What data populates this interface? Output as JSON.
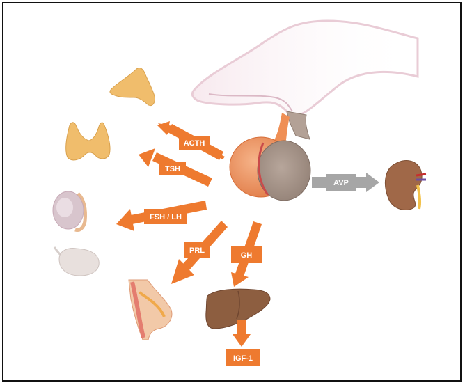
{
  "labels": {
    "acth": "ACTH",
    "tsh": "TSH",
    "fsh_lh": "FSH / LH",
    "prl": "PRL",
    "gh": "GH",
    "igf1": "IGF-1",
    "avp": "AVP"
  },
  "colors": {
    "hormone_arrow": "#ee7a2f",
    "avp_arrow": "#a6a6a6",
    "label_text": "#ffffff",
    "frame": "#111111"
  }
}
